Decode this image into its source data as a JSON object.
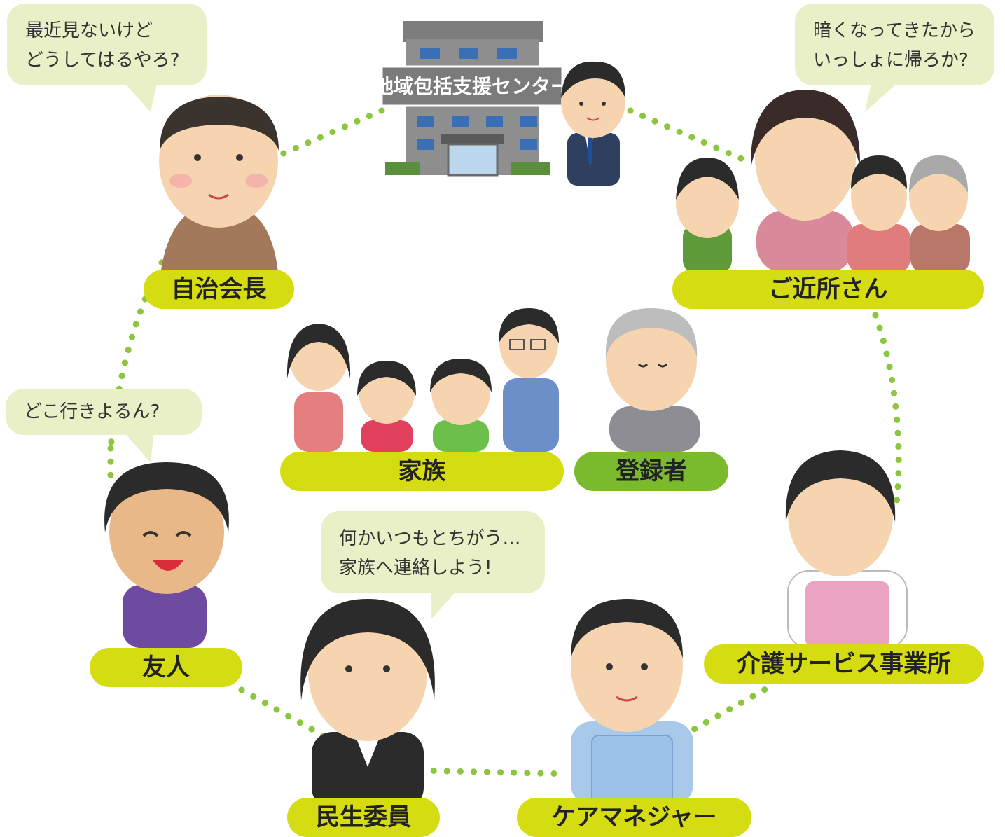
{
  "center_building": {
    "sign_text": "地域包括支援センター"
  },
  "labels": {
    "chief": "自治会長",
    "neighbors": "ご近所さん",
    "family": "家族",
    "registrant": "登録者",
    "friend": "友人",
    "care_service": "介護サービス事業所",
    "welfare_commissioner": "民生委員",
    "care_manager": "ケアマネジャー"
  },
  "bubbles": {
    "chief": [
      "最近見ないけど",
      "どうしてはるやろ?"
    ],
    "neighbors": [
      "暗くなってきたから",
      "いっしょに帰ろか?"
    ],
    "friend": [
      "どこ行きよるん?"
    ],
    "commissioner": [
      "何かいつもとちがう…",
      "家族へ連絡しよう!"
    ]
  },
  "colors": {
    "label_yellow": "#d5dc12",
    "label_green": "#7cba2d",
    "bubble": "#e9efc6",
    "dots": "#8cc63f"
  }
}
